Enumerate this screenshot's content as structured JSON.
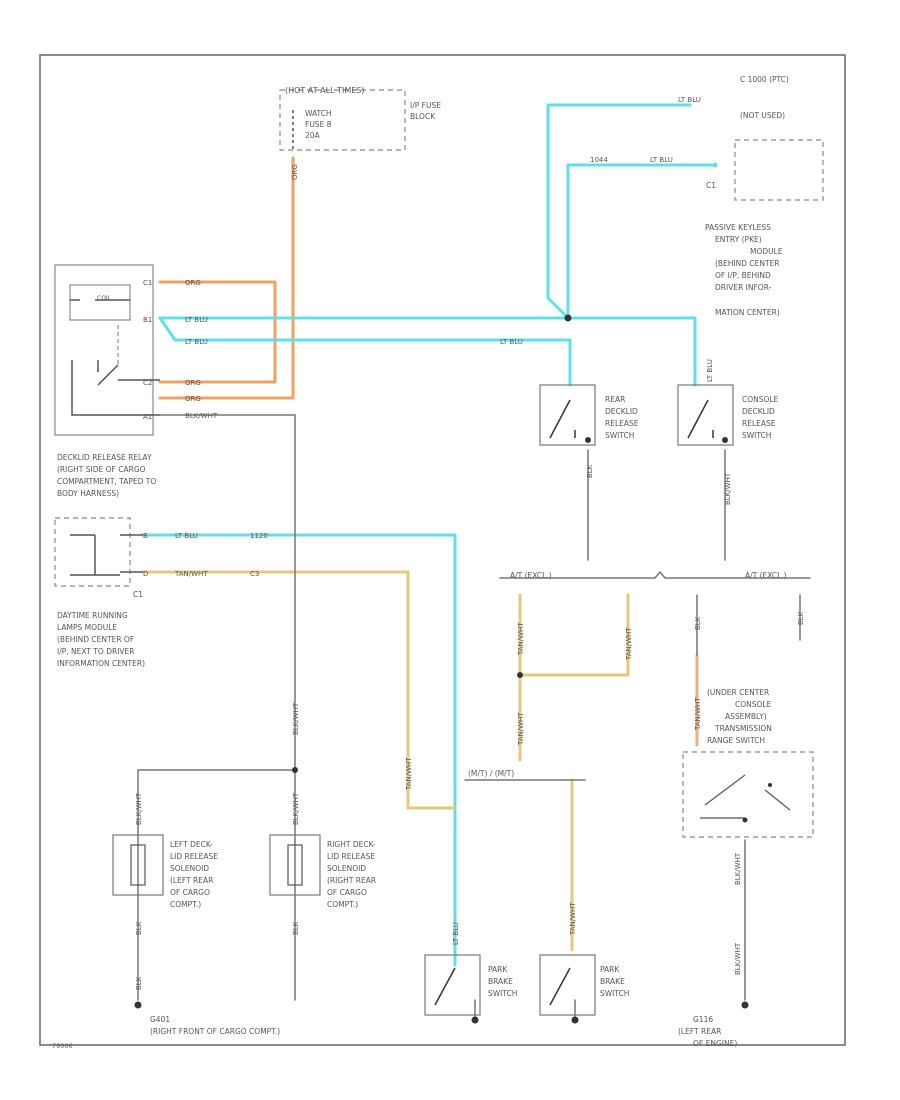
{
  "colors": {
    "lt_blu": "#5fe0e6",
    "org": "#f0a060",
    "tan": "#e6c878",
    "line": "#666666",
    "dash": "#888888",
    "text": "#555555"
  },
  "hot_at_all_times": "(HOT AT ALL TIMES)",
  "fuse_label": [
    "WATCH",
    "FUSE 8",
    "20A"
  ],
  "fuse_block": [
    "I/P FUSE",
    "BLOCK"
  ],
  "org_vert": "ORG",
  "c_note": "C 1000 (PTC)",
  "not_used": "(NOT USED)",
  "pke_module": [
    "PASSIVE KEYLESS",
    "ENTRY (PKE)",
    "MODULE",
    "(BEHIND CENTER",
    "OF I/P, BEHIND",
    "DRIVER INFOR-",
    "MATION CENTER)"
  ],
  "c1_top": "C1",
  "c1_mid": "C1",
  "wire_org": "ORG",
  "wire_lt_blu": "LT BLU",
  "wire_blk_wht": "BLK/WHT",
  "wire_tan_wht": "TAN/WHT",
  "wire_c_num": "1044",
  "wire_1120": "1120",
  "wire_mid_num": "C3",
  "relay_pins": [
    "C1",
    "B1",
    "C2",
    "A1"
  ],
  "drl_pins": [
    "B",
    "D"
  ],
  "relay_label": [
    "DECKLID RELEASE RELAY",
    "(RIGHT SIDE OF CARGO",
    "COMPARTMENT, TAPED TO",
    "BODY HARNESS)"
  ],
  "drl_label": [
    "DAYTIME RUNNING",
    "LAMPS MODULE",
    "(BEHIND CENTER OF",
    "I/P, NEXT TO DRIVER",
    "INFORMATION CENTER)"
  ],
  "rear_switch": [
    "REAR",
    "DECKLID",
    "RELEASE",
    "SWITCH"
  ],
  "console_switch": [
    "CONSOLE",
    "DECKLID",
    "RELEASE",
    "SWITCH"
  ],
  "at_label": "A/T (EXCL.)",
  "at_label2": "A/T (EXCL.)",
  "vert_blk": "BLK",
  "vert_blk_wht": "BLK/WHT",
  "vert_tan_wht": "TAN/WHT",
  "console_assy": [
    "(UNDER CENTER",
    "CONSOLE",
    "ASSEMBLY)",
    "TRANSMISSION",
    "RANGE SWITCH"
  ],
  "ex_mt": "(M/T)",
  "ex_mt2": "(M/T)",
  "mt_label": "(M/T) / (M/T)",
  "left_solenoid": [
    "LEFT DECK-",
    "LID RELEASE",
    "SOLENOID",
    "(LEFT REAR",
    "OF CARGO",
    "COMPT.)"
  ],
  "right_solenoid": [
    "RIGHT DECK-",
    "LID RELEASE",
    "SOLENOID",
    "(RIGHT REAR",
    "OF CARGO",
    "COMPT.)"
  ],
  "park_brake": [
    "PARK",
    "BRAKE",
    "SWITCH"
  ],
  "g401": [
    "G401",
    "(RIGHT FRONT OF CARGO COMPT.)"
  ],
  "g116": [
    "G116",
    "(LEFT REAR",
    "OF ENGINE)"
  ],
  "coil_text": "COIL",
  "corner_id": "79006"
}
